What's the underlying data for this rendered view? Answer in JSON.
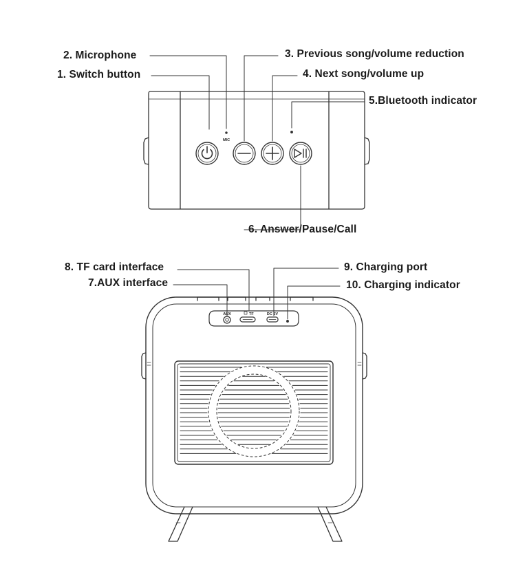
{
  "top_labels": {
    "microphone": "2. Microphone",
    "switch_button": "1. Switch button",
    "previous_song": "3. Previous song/volume reduction",
    "next_song": "4. Next song/volume up",
    "bluetooth_indicator": "5.Bluetooth indicator",
    "answer_pause_call": "6. Answer/Pause/Call"
  },
  "bottom_labels": {
    "tf_card": "8. TF card interface",
    "aux": "7.AUX interface",
    "charging_port": "9. Charging port",
    "charging_indicator": "10. Charging indicator"
  },
  "device_marks": {
    "mic": "MIC",
    "aux": "AUX",
    "tf": "TF",
    "dc": "DC 5V"
  },
  "colors": {
    "stroke": "#333333",
    "text": "#1a1a1a",
    "background": "#ffffff"
  },
  "icons": [
    "power-icon",
    "minus-icon",
    "plus-icon",
    "play-pause-icon"
  ]
}
